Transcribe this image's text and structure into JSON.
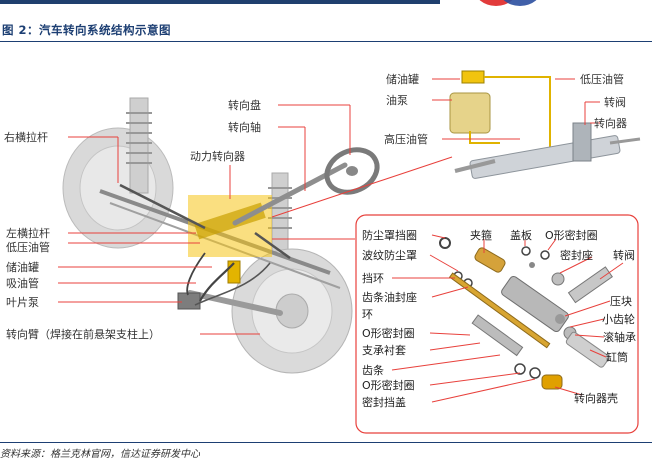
{
  "header": {
    "title": "图 2：汽车转向系统结构示意图"
  },
  "footer": {
    "source": "资料来源：格兰克林官网，信达证券研发中心"
  },
  "main_diagram": {
    "labels_left": [
      "右横拉杆",
      "左横拉杆",
      "低压油管",
      "储油罐",
      "吸油管",
      "叶片泵",
      "转向臂（焊接在前悬架支柱上）"
    ],
    "labels_top": [
      "转向盘",
      "转向轴",
      "动力转向器"
    ]
  },
  "upper_right_inset": {
    "labels_left": [
      "储油罐",
      "油泵",
      "高压油管"
    ],
    "labels_right": [
      "低压油管",
      "转阀",
      "转向器"
    ]
  },
  "exploded_view": {
    "labels": [
      "防尘罩挡圈",
      "夹箍",
      "盖板",
      "O形密封圈",
      "波纹防尘罩",
      "密封座",
      "转阀",
      "挡环",
      "齿条油封座",
      "环",
      "压块",
      "小齿轮",
      "O形密封圈",
      "滚轴承",
      "支承衬套",
      "缸筒",
      "齿条",
      "O形密封圈",
      "密封挡盖",
      "转向器壳"
    ]
  },
  "colors": {
    "accent": "#e8413c",
    "highlight": "#f5c518",
    "title_blue": "#1d3f73"
  }
}
